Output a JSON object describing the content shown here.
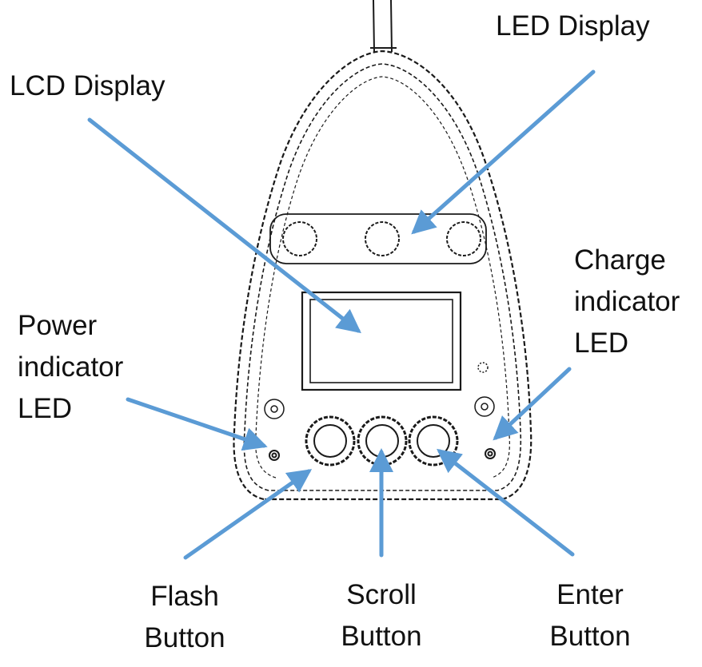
{
  "labels": {
    "lcd_display": "LCD Display",
    "led_display": "LED Display",
    "charge_indicator": [
      "Charge",
      "indicator",
      "LED"
    ],
    "power_indicator": [
      "Power",
      "indicator",
      "LED"
    ],
    "flash_button": [
      "Flash",
      "Button"
    ],
    "scroll_button": [
      "Scroll",
      "Button"
    ],
    "enter_button": [
      "Enter",
      "Button"
    ]
  },
  "colors": {
    "arrow": "#5b9bd5",
    "outline": "#1a1a1a",
    "text": "#111111"
  }
}
